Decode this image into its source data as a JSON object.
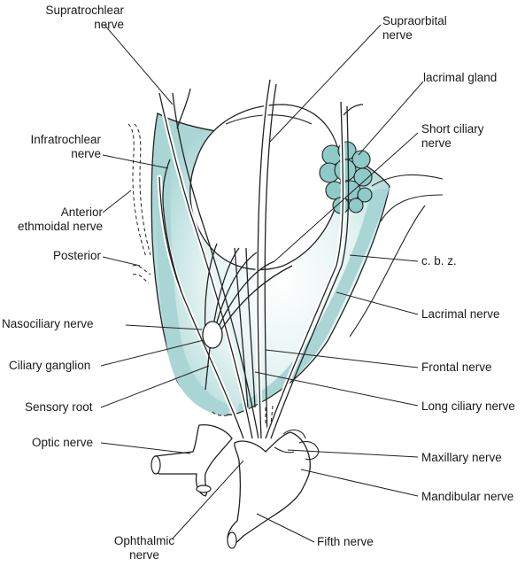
{
  "labels": {
    "supratrochlear": [
      "Supratrochlear",
      "nerve"
    ],
    "supraorbital": [
      "Supraorbital",
      "nerve"
    ],
    "lacrimal_gland": "lacrimal gland",
    "short_ciliary": [
      "Short ciliary",
      "nerve"
    ],
    "infratrochlear": [
      "Infratrochlear",
      "nerve"
    ],
    "anterior_ethmoidal": [
      "Anterior",
      "ethmoidal nerve"
    ],
    "posterior": "Posterior",
    "cbz": "c. b. z.",
    "nasociliary": "Nasociliary nerve",
    "lacrimal_nerve": "Lacrimal nerve",
    "ciliary_ganglion": "Ciliary ganglion",
    "frontal_nerve": "Frontal nerve",
    "sensory_root": "Sensory root",
    "long_ciliary": "Long ciliary nerve",
    "optic_nerve": "Optic nerve",
    "maxillary_nerve": "Maxillary nerve",
    "mandibular_nerve": "Mandibular nerve",
    "fifth_nerve": "Fifth nerve",
    "ophthalmic": [
      "Ophthalmic",
      "nerve"
    ]
  },
  "colors": {
    "orbit_fill": "#a9d6d5",
    "gland_fill": "#8ecbc8",
    "outline": "#222222"
  }
}
